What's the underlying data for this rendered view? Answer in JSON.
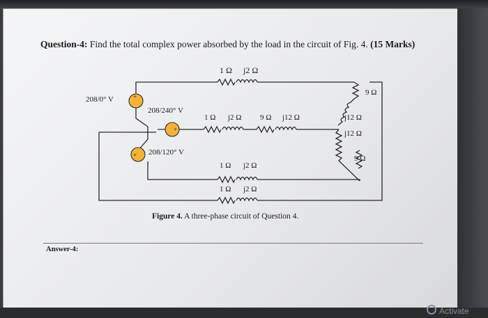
{
  "question": {
    "number": "Question-4:",
    "text": " Find the total complex power absorbed by the load in the circuit of Fig. 4. ",
    "marks": "(15 Marks)"
  },
  "sources": {
    "a": "208/0° V",
    "b": "208/240° V",
    "c": "208/120° V",
    "plus": "+"
  },
  "impedances": {
    "top_r": "1 Ω",
    "top_x": "j2 Ω",
    "mid_r1": "1 Ω",
    "mid_x1": "j2 Ω",
    "mid_r2": "9 Ω",
    "mid_x2": "j12 Ω",
    "low1_r": "1 Ω",
    "low1_x": "j2 Ω",
    "low2_r": "1 Ω",
    "low2_x": "j2 Ω",
    "load_r_top": "9 Ω",
    "load_x_top": "j12 Ω",
    "load_x_mid": "j12 Ω",
    "load_r_bot": "9 Ω"
  },
  "figure": {
    "label": "Figure 4.",
    "caption": " A three-phase circuit of Question 4."
  },
  "answer_label": "Answer-4:",
  "watermark": "Activate"
}
